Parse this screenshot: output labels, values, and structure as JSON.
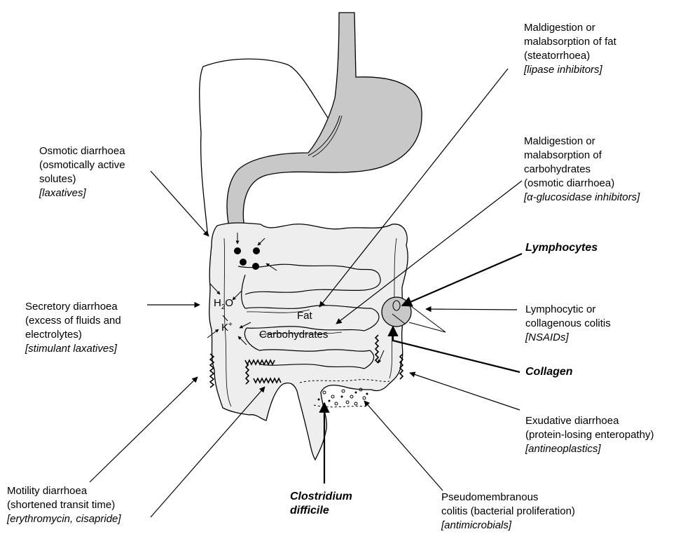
{
  "labels": {
    "fat_malabsorption": {
      "lines": [
        "Maldigestion or",
        "malabsorption of fat",
        "(steatorrhoea)"
      ],
      "drug": "[lipase inhibitors]"
    },
    "carb_malabsorption": {
      "lines": [
        "Maldigestion or",
        "malabsorption of",
        "carbohydrates",
        "(osmotic diarrhoea)"
      ],
      "drug": "[α-glucosidase inhibitors]"
    },
    "osmotic": {
      "lines": [
        "Osmotic diarrhoea",
        "(osmotically active",
        "solutes)"
      ],
      "drug": "[laxatives]"
    },
    "secretory": {
      "lines": [
        "Secretory diarrhoea",
        "(excess of fluids and",
        "electrolytes)"
      ],
      "drug": "[stimulant laxatives]"
    },
    "lymphocytes": "Lymphocytes",
    "lymphocytic": {
      "lines": [
        "Lymphocytic or",
        "collagenous colitis"
      ],
      "drug": "[NSAIDs]"
    },
    "collagen": "Collagen",
    "exudative": {
      "lines": [
        "Exudative diarrhoea",
        "(protein-losing enteropathy)"
      ],
      "drug": "[antineoplastics]"
    },
    "motility": {
      "lines": [
        "Motility diarrhoea",
        "(shortened transit time)"
      ],
      "drug": "[erythromycin, cisapride]"
    },
    "clostridium": [
      "Clostridium",
      "difficile"
    ],
    "pseudomembranous": {
      "lines": [
        "Pseudomembranous",
        "colitis (bacterial proliferation)"
      ],
      "drug": "[antimicrobials]"
    }
  },
  "organ_text": {
    "h2o_h": "H",
    "h2o_sub": "2",
    "h2o_o": "O",
    "k": "K",
    "k_sup": "+",
    "fat": "Fat",
    "carbohydrates": "Carbohydrates"
  },
  "colors": {
    "stomach_fill": "#c8c8c8",
    "intestine_fill": "#eeeeee",
    "line": "#000000"
  }
}
